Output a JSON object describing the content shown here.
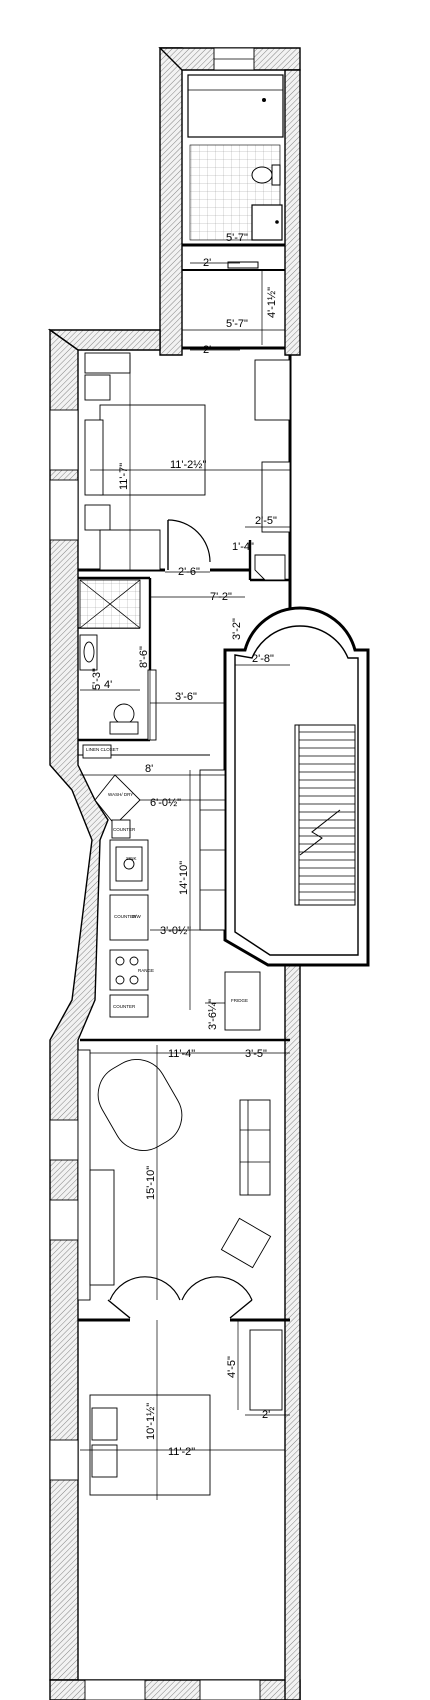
{
  "dimensions": {
    "bath1_width": "5'-7\"",
    "closet1_width": "5'-7\"",
    "gap1": "2'",
    "closet1_depth": "4'-1½\"",
    "gap2": "2'",
    "bedroom1_width": "11'-2½\"",
    "bedroom1_depth": "11'-7\"",
    "bedroom1_nook": "2'-5\"",
    "closet_small": "1'-4\"",
    "hall_door": "2'-6\"",
    "hall_width": "7'-2\"",
    "stair_landing": "3'-2\"",
    "stair_width": "2'-8\"",
    "bath2_depth": "8'-6\"",
    "bath2_partial": "5'-3\"",
    "bath2_width": "4'",
    "corridor": "3'-6\"",
    "kitchen_width": "8'",
    "kitchen_mid": "6'-0½\"",
    "kitchen_length": "14'-10\"",
    "kitchen_counter": "3'-0½\"",
    "fridge_depth": "3'-6¼\"",
    "living_width": "11'-4\"",
    "living_nook": "3'-5\"",
    "living_depth": "15'-10\"",
    "bedroom2_closet": "4'-5\"",
    "bedroom2_side": "2'",
    "bedroom2_depth": "10'-1½\"",
    "bedroom2_width": "11'-2\""
  },
  "labels": {
    "washer_dryer": "WASH/ DRY",
    "sink": "SINK",
    "dishwasher": "D/W",
    "range": "RANGE",
    "fridge": "FRIDGE",
    "counter_a": "COUNTER",
    "counter_b": "COUNTER",
    "counter_c": "COUNTER",
    "linen": "LINEN CLOSET"
  }
}
